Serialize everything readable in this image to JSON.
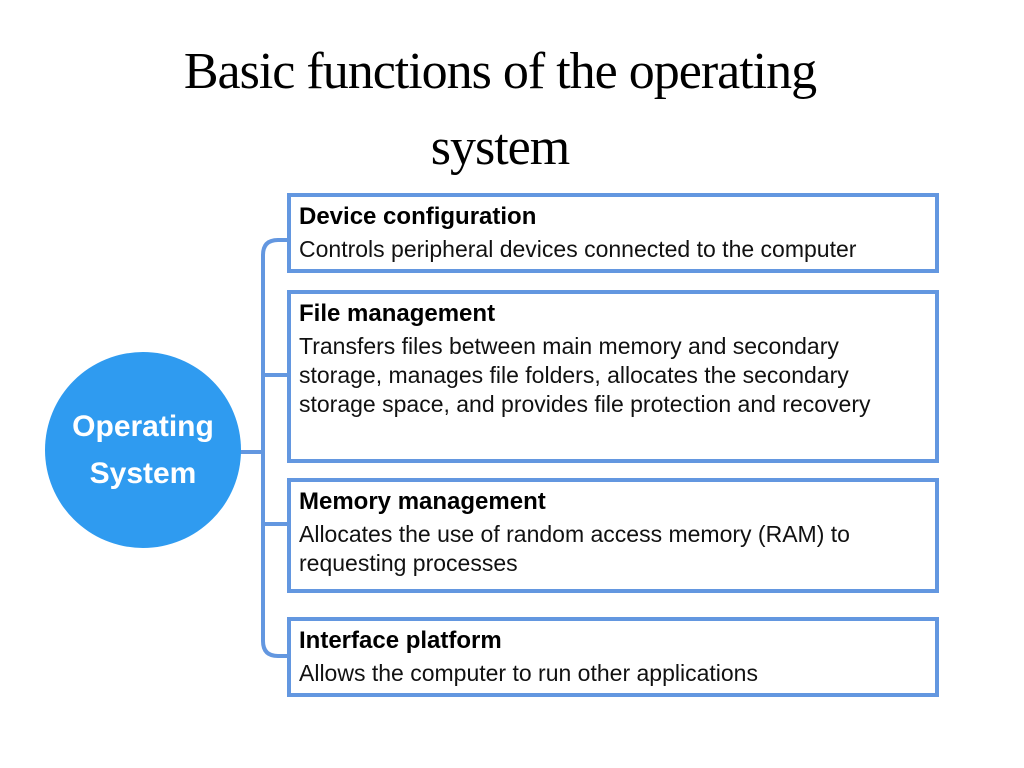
{
  "slide": {
    "title_lines": [
      "Basic functions of the operating",
      "system"
    ]
  },
  "hub": {
    "label_lines": [
      "Operating",
      "System"
    ]
  },
  "functions": [
    {
      "title": "Device configuration",
      "description": "Controls peripheral devices connected to the computer"
    },
    {
      "title": "File management",
      "description": "Transfers files between main memory and secondary storage, manages file folders, allocates the secondary storage space, and provides file protection and recovery"
    },
    {
      "title": "Memory management",
      "description": "Allocates the use of random access memory (RAM) to requesting processes"
    },
    {
      "title": "Interface platform",
      "description": "Allows the computer to run other applications"
    }
  ],
  "colors": {
    "background": "#FFFFFF",
    "hub-fill": "#2F9BF0",
    "hub-text": "#FFFFFF",
    "box-border": "#6397E0",
    "connector": "#6397E0",
    "title-text": "#000000",
    "body-text": "#111111"
  }
}
